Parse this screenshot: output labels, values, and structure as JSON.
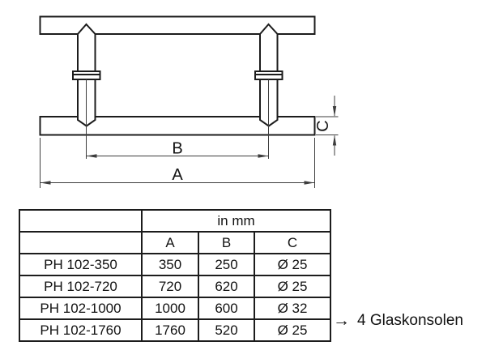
{
  "diagram": {
    "labels": {
      "a": "A",
      "b": "B",
      "c": "C"
    }
  },
  "table": {
    "unit_header": "in mm",
    "columns": [
      "A",
      "B",
      "C"
    ],
    "rows": [
      {
        "name": "PH 102-350",
        "a": "350",
        "b": "250",
        "c": "Ø 25"
      },
      {
        "name": "PH 102-720",
        "a": "720",
        "b": "620",
        "c": "Ø 25"
      },
      {
        "name": "PH 102-1000",
        "a": "1000",
        "b": "600",
        "c": "Ø 32"
      },
      {
        "name": "PH 102-1760",
        "a": "1760",
        "b": "520",
        "c": "Ø 25"
      }
    ]
  },
  "annotation": {
    "arrow": "→",
    "text": "4 Glaskonsolen"
  },
  "colors": {
    "line": "#1c1c1c",
    "dim": "#3d3d3d",
    "text": "#121212",
    "bg": "#ffffff"
  }
}
